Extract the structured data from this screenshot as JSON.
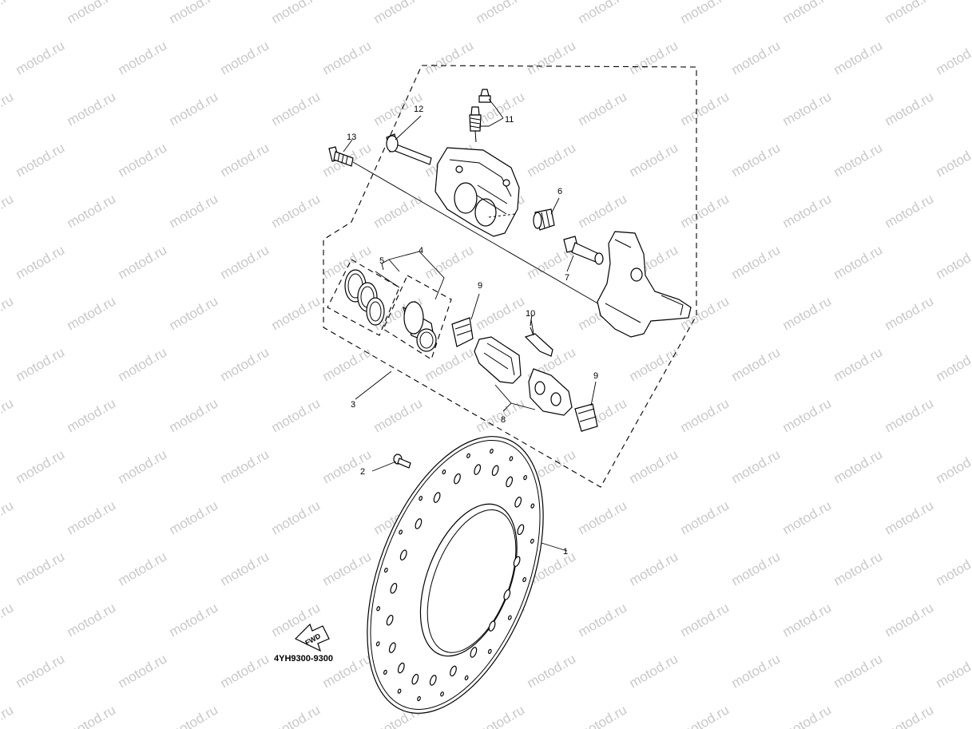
{
  "watermark": {
    "text": "motod.ru",
    "color": "#c9c9c9"
  },
  "diagram": {
    "code": "4YH9300-9300",
    "fwd_label": "FWD",
    "callouts": [
      {
        "id": "1",
        "text": "1"
      },
      {
        "id": "2",
        "text": "2"
      },
      {
        "id": "3",
        "text": "3"
      },
      {
        "id": "4",
        "text": "4"
      },
      {
        "id": "5",
        "text": "5"
      },
      {
        "id": "6",
        "text": "6"
      },
      {
        "id": "7",
        "text": "7"
      },
      {
        "id": "8",
        "text": "8"
      },
      {
        "id": "9a",
        "text": "9"
      },
      {
        "id": "9b",
        "text": "9"
      },
      {
        "id": "10",
        "text": "10"
      },
      {
        "id": "11",
        "text": "11"
      },
      {
        "id": "12",
        "text": "12"
      },
      {
        "id": "13",
        "text": "13"
      }
    ]
  }
}
